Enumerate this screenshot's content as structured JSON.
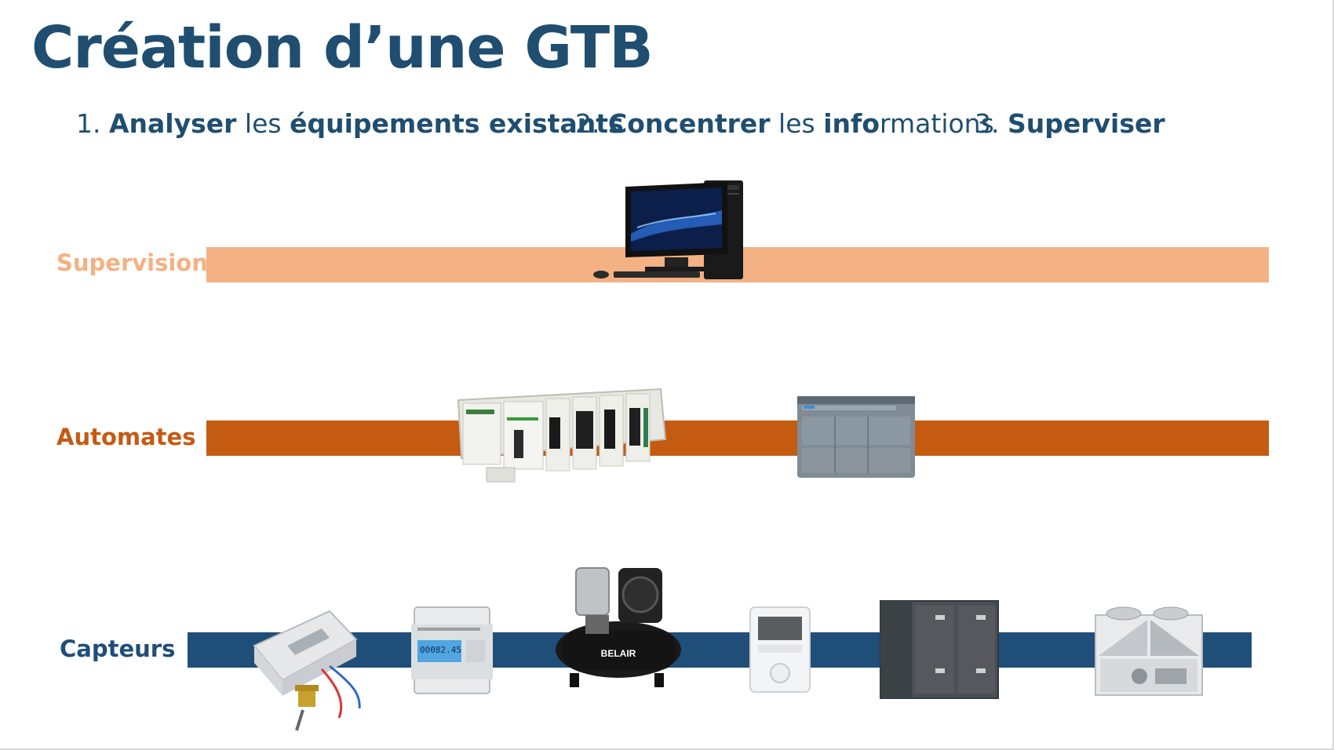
{
  "slide": {
    "title": "Création d’une GTB",
    "steps": [
      {
        "num": "1",
        "sep": ".",
        "parts": [
          {
            "t": "Analyser",
            "b": true
          },
          {
            "t": " les ",
            "b": false
          },
          {
            "t": "équipements existants",
            "b": true
          }
        ]
      },
      {
        "num": "2",
        "sep": ".",
        "parts": [
          {
            "t": "Concentrer",
            "b": true
          },
          {
            "t": " les ",
            "b": false
          },
          {
            "t": "info",
            "b": true
          },
          {
            "t": "rmations",
            "b": false
          }
        ]
      },
      {
        "num": "3",
        "sep": ".",
        "parts": [
          {
            "t": "Superviser",
            "b": true
          }
        ]
      }
    ]
  },
  "layers": {
    "supervision": {
      "label": "Supervision",
      "color": "#f4b183"
    },
    "automates": {
      "label": "Automates",
      "color": "#c55a11"
    },
    "capteurs": {
      "label": "Capteurs",
      "color": "#1f4e79"
    }
  },
  "devices": {
    "supervision": [
      "desktop-computer-icon"
    ],
    "automates": [
      "modular-plc-icon",
      "compact-plc-icon"
    ],
    "capteurs": [
      "heat-meter-icon",
      "energy-meter-icon",
      "air-compressor-icon",
      "room-thermostat-icon",
      "air-handling-unit-icon",
      "chiller-unit-icon"
    ]
  },
  "labels_on_devices": {
    "energy_meter_display": "00082.45",
    "compressor_brand": "BELAIR"
  }
}
